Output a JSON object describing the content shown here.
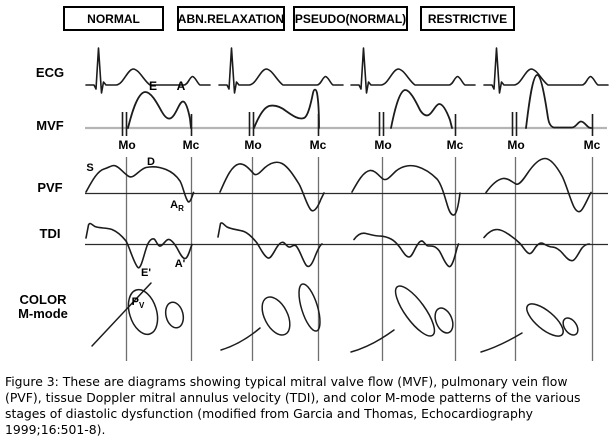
{
  "stages": [
    {
      "label": "NORMAL"
    },
    {
      "label": "ABN.RELAXATION"
    },
    {
      "label": "PSEUDO(NORMAL)"
    },
    {
      "label": "RESTRICTIVE"
    }
  ],
  "rows": [
    {
      "label": "ECG"
    },
    {
      "label": "MVF"
    },
    {
      "label": "PVF"
    },
    {
      "label": "TDI"
    },
    {
      "label_line1": "COLOR",
      "label_line2": "M-mode"
    }
  ],
  "markers": {
    "mitral_open": "Mo",
    "mitral_close": "Mc"
  },
  "wave_labels": {
    "mvf_e": "E",
    "mvf_a": "A",
    "pvf_s": "S",
    "pvf_d": "D",
    "pvf_ar_main": "A",
    "pvf_ar_sub": "R",
    "tdi_e_prime": "E'",
    "tdi_a_prime": "A'",
    "mmode_pv_main": "P",
    "mmode_pv_sub": "V"
  },
  "caption": "Figure 3: These are diagrams showing typical mitral valve flow (MVF), pulmonary vein flow (PVF), tissue Doppler mitral annulus velocity (TDI), and color M-mode patterns of the various stages of diastolic dysfunction (modified from Garcia and Thomas, Echocardiography 1999;16:501-8).",
  "colors": {
    "trace": "#1c1c1c",
    "mvf_baseline": "#b5b5b5",
    "grid_line": "#6f6f6f",
    "row_baseline": "#2b2b2b",
    "background": "#ffffff",
    "text": "#000000"
  }
}
